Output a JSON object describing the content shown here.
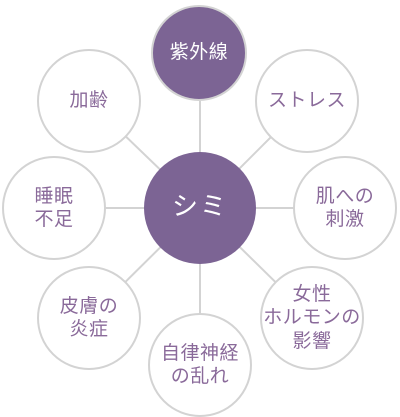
{
  "colors": {
    "accent": "#7c6494",
    "outline": "#d3d3d3",
    "text": "#8a6a9a"
  },
  "center": {
    "label": "シミ"
  },
  "top": {
    "label": "紫外線"
  },
  "factors": [
    {
      "label": "ストレス"
    },
    {
      "label": "肌への\n刺激"
    },
    {
      "label": "女性\nホルモンの\n影響"
    },
    {
      "label": "自律神経\nの乱れ"
    },
    {
      "label": "皮膚の\n炎症"
    },
    {
      "label": "睡眠\n不足"
    },
    {
      "label": "加齢"
    }
  ]
}
